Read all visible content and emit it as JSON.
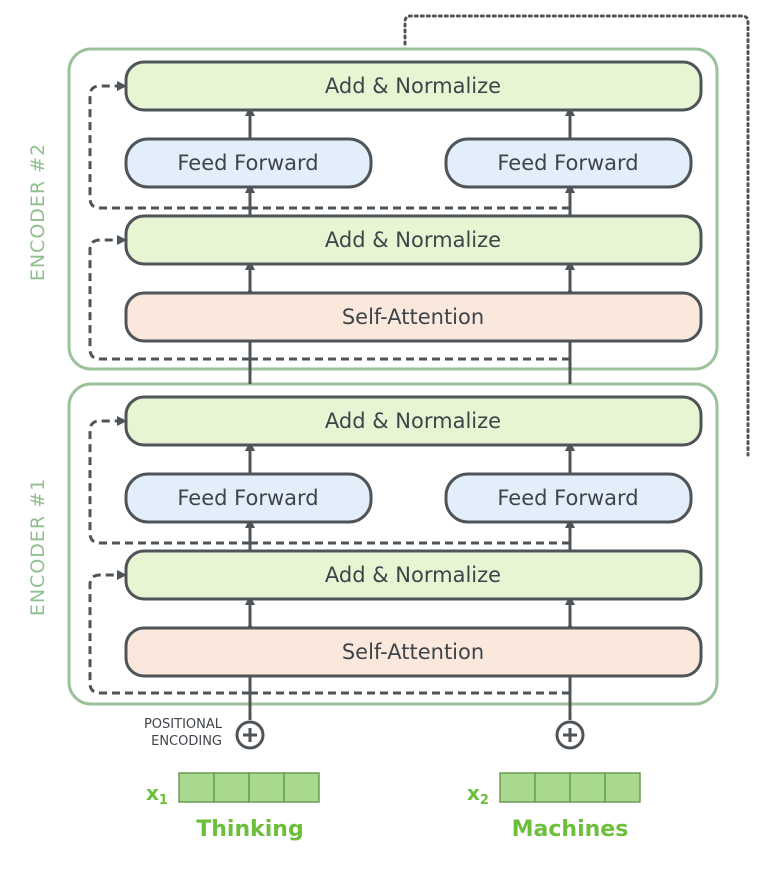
{
  "encoders": [
    {
      "label": "ENCODER #2"
    },
    {
      "label": "ENCODER #1"
    }
  ],
  "layers": {
    "add_norm": "Add & Normalize",
    "feed_forward": "Feed Forward",
    "self_attention": "Self-Attention"
  },
  "positional_encoding": [
    "POSITIONAL",
    "ENCODING"
  ],
  "inputs": [
    {
      "symbol": "x",
      "subscript": "1",
      "word": "Thinking"
    },
    {
      "symbol": "x",
      "subscript": "2",
      "word": "Machines"
    }
  ],
  "colors": {
    "encoder_border": "#9cc29c",
    "add_norm_fill": "#e7f5d3",
    "feed_forward_fill": "#e3eefb",
    "self_attention_fill": "#fbe8dc",
    "box_border": "#4f5459",
    "input_green": "#6cbf3a",
    "vector_fill": "#a9d88f"
  }
}
